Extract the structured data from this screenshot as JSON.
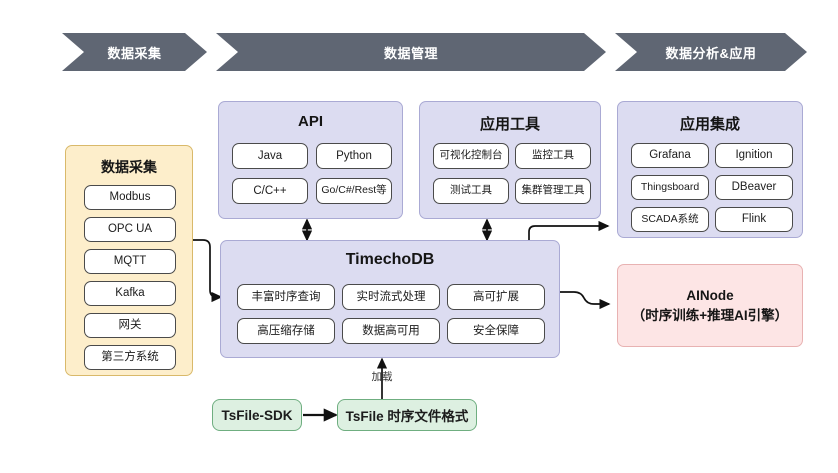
{
  "banner": {
    "steps": [
      {
        "label": "数据采集"
      },
      {
        "label": "数据管理"
      },
      {
        "label": "数据分析&应用"
      }
    ]
  },
  "collection_panel": {
    "title": "数据采集",
    "items": [
      {
        "label": "Modbus"
      },
      {
        "label": "OPC UA"
      },
      {
        "label": "MQTT"
      },
      {
        "label": "Kafka"
      },
      {
        "label": "网关"
      },
      {
        "label": "第三方系统"
      }
    ]
  },
  "api_panel": {
    "title": "API",
    "items": [
      {
        "label": "Java"
      },
      {
        "label": "Python"
      },
      {
        "label": "C/C++"
      },
      {
        "label": "Go/C#/Rest等"
      }
    ]
  },
  "tools_panel": {
    "title": "应用工具",
    "items": [
      {
        "label": "可视化控制台"
      },
      {
        "label": "监控工具"
      },
      {
        "label": "测试工具"
      },
      {
        "label": "集群管理工具"
      }
    ]
  },
  "integration_panel": {
    "title": "应用集成",
    "items": [
      {
        "label": "Grafana"
      },
      {
        "label": "Ignition"
      },
      {
        "label": "Thingsboard"
      },
      {
        "label": "DBeaver"
      },
      {
        "label": "SCADA系统"
      },
      {
        "label": "Flink"
      }
    ]
  },
  "database_panel": {
    "title": "TimechoDB",
    "items": [
      {
        "label": "丰富时序查询"
      },
      {
        "label": "实时流式处理"
      },
      {
        "label": "高可扩展"
      },
      {
        "label": "高压缩存储"
      },
      {
        "label": "数据高可用"
      },
      {
        "label": "安全保障"
      }
    ]
  },
  "ainode_panel": {
    "title": "AINode",
    "subtitle": "（时序训练+推理AI引擎）"
  },
  "tsfile": {
    "sdk_label": "TsFile-SDK",
    "format_label": "TsFile 时序文件格式",
    "load_label": "加载"
  },
  "colors": {
    "banner": "#5f6673",
    "collection": "#fdeecb",
    "collection_border": "#d9b96a",
    "lavender": "#dcdcf1",
    "lavender_border": "#aaaad4",
    "pink": "#fde5e5",
    "pink_border": "#e8b2b2",
    "green": "#ddf0e1",
    "green_border": "#6fae80",
    "chip_border": "#4a4a4a",
    "arrow": "#111111"
  }
}
